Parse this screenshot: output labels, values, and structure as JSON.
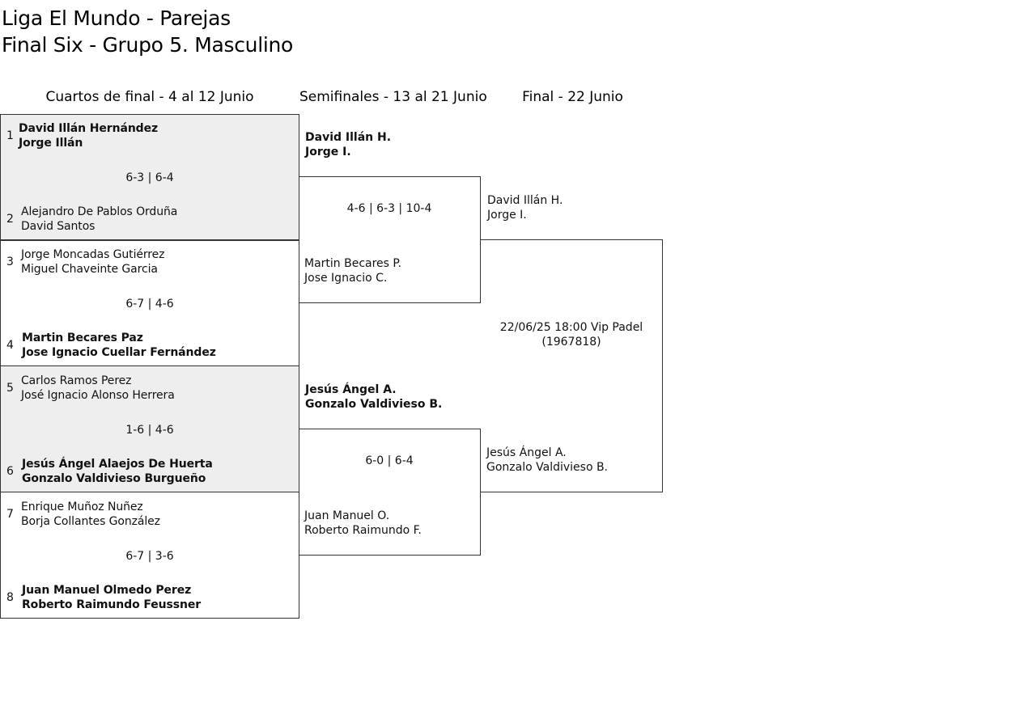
{
  "title": {
    "line1": "Liga El Mundo - Parejas",
    "line2": "Final Six - Grupo 5. Masculino"
  },
  "rounds": {
    "quarterfinals": "Cuartos de final - 4 al 12 Junio",
    "semifinals": "Semifinales - 13 al 21 Junio",
    "final": "Final - 22 Junio"
  },
  "quarterfinals": [
    {
      "top": {
        "seed": "1",
        "p1": "David Illán Hernández",
        "p2": "Jorge Illán",
        "winner": true
      },
      "score": "6-3 | 6-4",
      "bottom": {
        "seed": "2",
        "p1": "Alejandro De Pablos Orduña",
        "p2": "David Santos",
        "winner": false
      }
    },
    {
      "top": {
        "seed": "3",
        "p1": "Jorge Moncadas Gutiérrez",
        "p2": "Miguel Chaveinte Garcia",
        "winner": false
      },
      "score": "6-7 | 4-6",
      "bottom": {
        "seed": "4",
        "p1": "Martin Becares Paz",
        "p2": "Jose Ignacio Cuellar Fernández",
        "winner": true
      }
    },
    {
      "top": {
        "seed": "5",
        "p1": "Carlos Ramos Perez",
        "p2": "José Ignacio Alonso Herrera",
        "winner": false
      },
      "score": "1-6 | 4-6",
      "bottom": {
        "seed": "6",
        "p1": "Jesús Ángel Alaejos De Huerta",
        "p2": "Gonzalo Valdivieso Burgueño",
        "winner": true
      }
    },
    {
      "top": {
        "seed": "7",
        "p1": "Enrique Muñoz Nuñez",
        "p2": "Borja Collantes González",
        "winner": false
      },
      "score": "6-7 | 3-6",
      "bottom": {
        "seed": "8",
        "p1": "Juan Manuel Olmedo Perez",
        "p2": "Roberto Raimundo Feussner",
        "winner": true
      }
    }
  ],
  "semifinals": [
    {
      "top": {
        "p1": "David Illán H.",
        "p2": "Jorge I.",
        "winner": true
      },
      "score": "4-6 | 6-3 | 10-4",
      "bottom": {
        "p1": "Martin Becares P.",
        "p2": "Jose Ignacio C.",
        "winner": false
      }
    },
    {
      "top": {
        "p1": "Jesús Ángel A.",
        "p2": "Gonzalo Valdivieso B.",
        "winner": true
      },
      "score": "6-0 | 6-4",
      "bottom": {
        "p1": "Juan Manuel O.",
        "p2": "Roberto Raimundo F.",
        "winner": false
      }
    }
  ],
  "final": {
    "top": {
      "p1": "David Illán H.",
      "p2": "Jorge I."
    },
    "info": "22/06/25 18:00 Vip Padel (1967818)",
    "bottom": {
      "p1": "Jesús Ángel A.",
      "p2": "Gonzalo Valdivieso B."
    }
  }
}
